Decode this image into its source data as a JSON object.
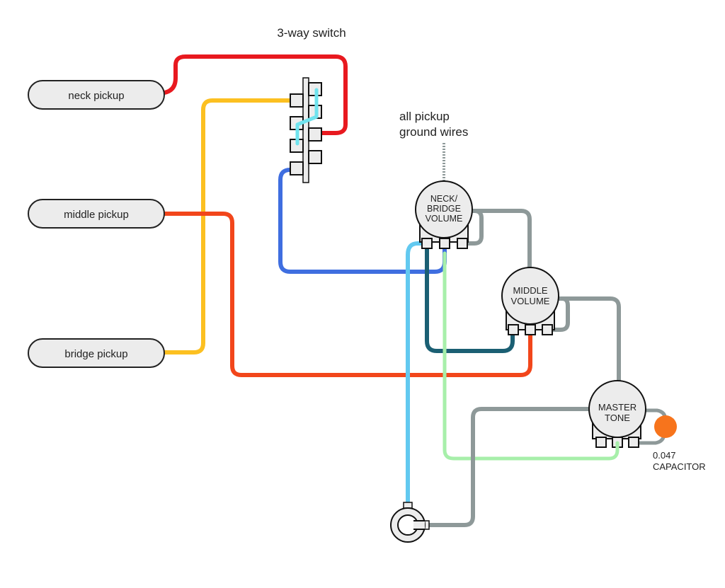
{
  "title": "3-way switch",
  "annotations": {
    "ground_line1": "all pickup",
    "ground_line2": "ground wires",
    "capacitor_value": "0.047",
    "capacitor_label": "CAPACITOR"
  },
  "pickups": [
    {
      "label": "neck pickup"
    },
    {
      "label": "middle pickup"
    },
    {
      "label": "bridge pickup"
    }
  ],
  "pots": {
    "neck_bridge_volume": {
      "line1": "NECK/",
      "line2": "BRIDGE",
      "line3": "VOLUME"
    },
    "middle_volume": {
      "line1": "MIDDLE",
      "line2": "VOLUME"
    },
    "master_tone": {
      "line1": "MASTER",
      "line2": "TONE"
    }
  },
  "colors": {
    "neck_wire": "#e8191f",
    "middle_wire": "#f2461b",
    "bridge_wire": "#fcc021",
    "switch_jumper": "#6fe3ee",
    "switch_out": "#3f6ee0",
    "jack_hot": "#62c9f0",
    "mid_out": "#1b5f73",
    "tone_feed": "#a7efaa",
    "ground": "#8e9999",
    "capacitor": "#f7741c",
    "component_fill": "#ececec",
    "outline": "#111111"
  }
}
